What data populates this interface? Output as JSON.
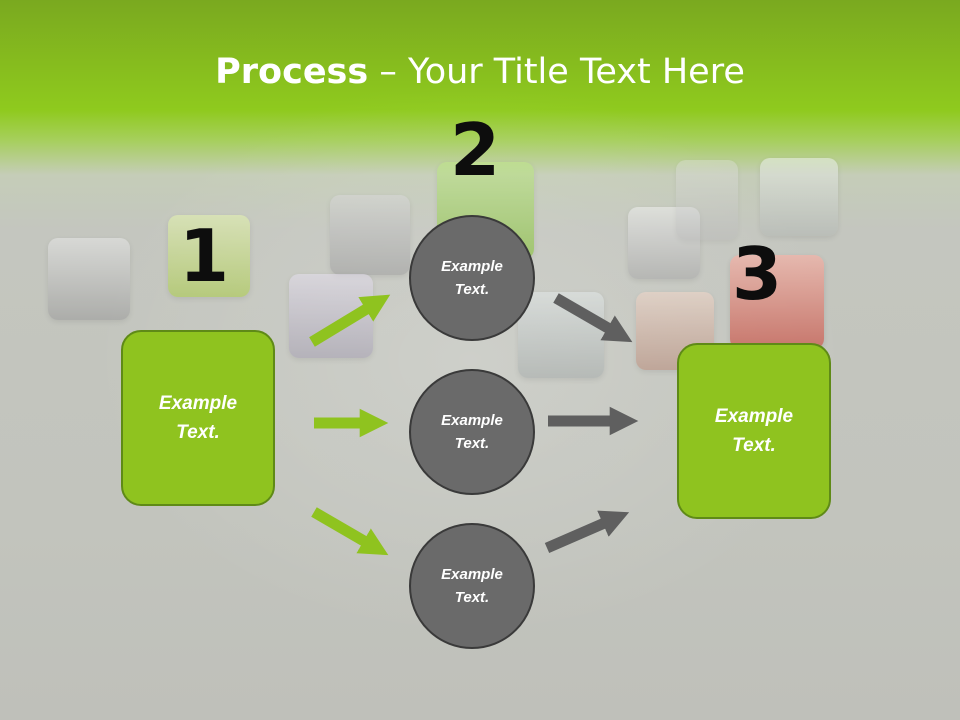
{
  "title": {
    "bold": "Process",
    "rest": " – Your Title Text Here"
  },
  "steps": [
    {
      "number": "1"
    },
    {
      "number": "2"
    },
    {
      "number": "3"
    }
  ],
  "input_box": {
    "line1": "Example",
    "line2": "Text."
  },
  "circles": [
    {
      "line1": "Example",
      "line2": "Text."
    },
    {
      "line1": "Example",
      "line2": "Text."
    },
    {
      "line1": "Example",
      "line2": "Text."
    }
  ],
  "output_box": {
    "line1": "Example",
    "line2": "Text."
  },
  "colors": {
    "accent_green": "#8fc31f",
    "circle_gray": "#6a6a6a",
    "arrow_green": "#8fc31f",
    "arrow_gray": "#5f5f5f"
  }
}
